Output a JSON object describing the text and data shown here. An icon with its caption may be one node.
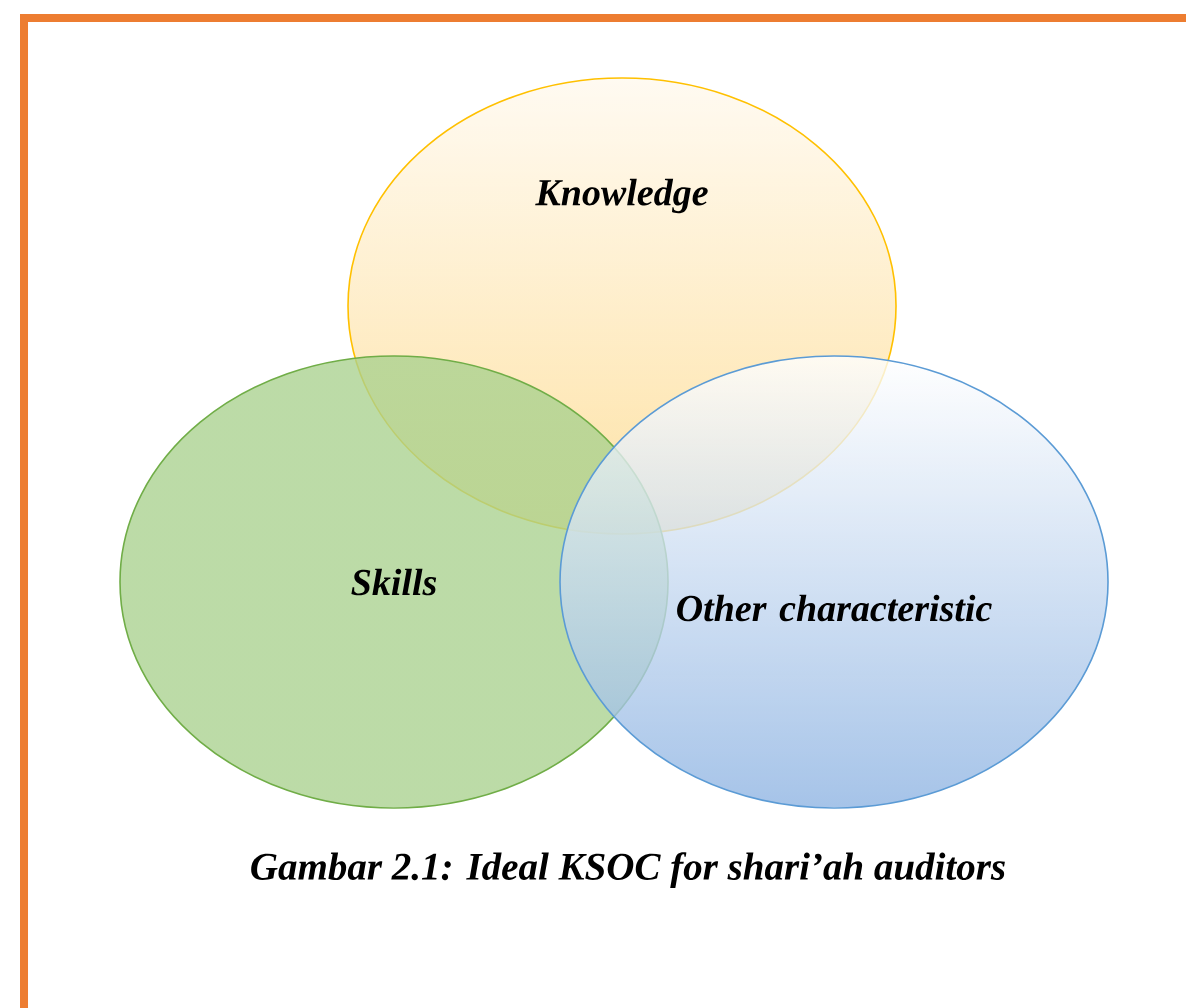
{
  "diagram": {
    "caption": "Gambar 2.1: Ideal KSOC for shari’ah auditors",
    "nodes": [
      {
        "text": [
          "Knowledge"
        ]
      },
      {
        "text": [
          "Skills"
        ]
      },
      {
        "text": [
          "Other characteristic"
        ]
      }
    ]
  }
}
